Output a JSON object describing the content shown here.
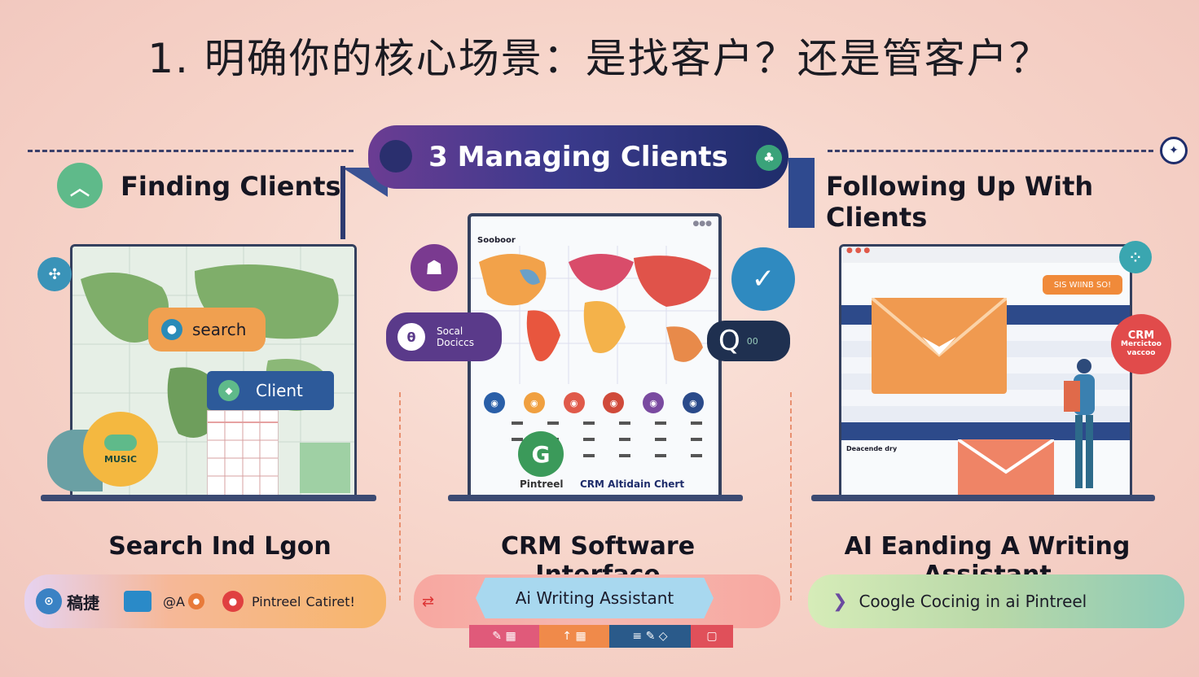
{
  "title": "1. 明确你的核心场景：是找客户？还是管客户？",
  "banner": {
    "label": "3 Managing Clients"
  },
  "left": {
    "heading": "Finding Clients",
    "search_label": "search",
    "client_label": "Client",
    "badge_text": "MUSIC",
    "caption": "Search Ind Lgon"
  },
  "center": {
    "screen_title": "Sooboor",
    "social_label_1": "Socal",
    "social_label_2": "Dociccs",
    "q_label": "00",
    "logo_text": "Pintreel",
    "chart_text": "CRM Altidain Chert",
    "caption": "CRM Software Interface"
  },
  "right": {
    "heading": "Following Up With Clients",
    "badge_text": "SIS WIINB SO!",
    "crm_title": "CRM",
    "crm_sub_1": "Mercictoo",
    "crm_sub_2": "vaccoo",
    "section_title": "Deacende dry",
    "caption": "AI Eanding A Writing Assistant"
  },
  "bottom": {
    "left_pill": {
      "t1": "稿捷",
      "t2": "A",
      "t3": "Pintreel",
      "t4": "Catiret!"
    },
    "center_pill": {
      "label": "Ai Writing Assistant"
    },
    "right_pill": {
      "label": "Coogle Cocinig in ai Pintreel"
    }
  },
  "colors": {
    "navy": "#1f2d6b",
    "purple": "#6b3c93",
    "orange": "#f0a050",
    "green": "#5fba8a",
    "coral": "#e35a4a"
  }
}
